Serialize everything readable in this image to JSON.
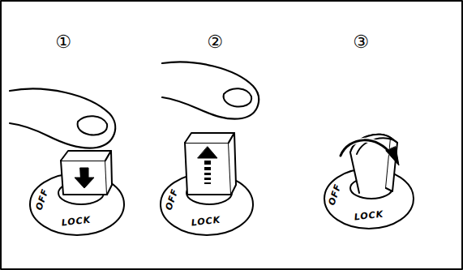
{
  "diagram": {
    "labels": [
      "①",
      "②",
      "③",
      "OFF",
      "LOCK",
      "OFF",
      "LOCK",
      "OFF",
      "LOCK"
    ]
  }
}
